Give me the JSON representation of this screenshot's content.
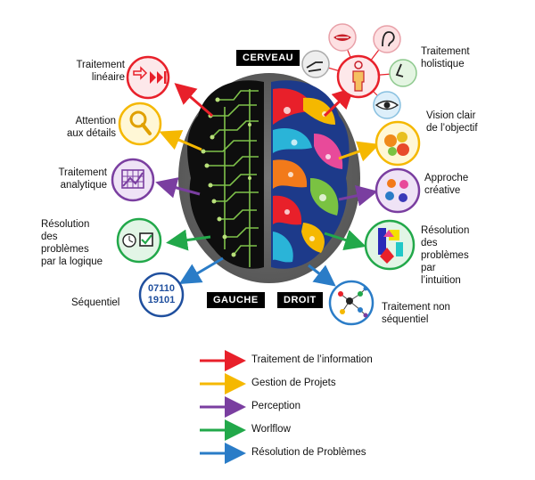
{
  "brain": {
    "title": "CERVEAU",
    "left_tag": "GAUCHE",
    "right_tag": "DROIT"
  },
  "left": {
    "lineaire": "Traitement\nlinéaire",
    "details": "Attention\naux détails",
    "analytique": "Traitement\nanalytique",
    "logique": "Résolution\ndes\nproblèmes\npar la logique",
    "sequentiel": "Séquentiel",
    "seq_numbers": "07110\n19101"
  },
  "right": {
    "holistique": "Traitement\nholistique",
    "vision": "Vision clair\nde l’objectif",
    "creative": "Approche\ncréative",
    "intuition": "Résolution\ndes\nproblèmes\npar\nl’intuition",
    "non_sequentiel": "Traitement non\nséquentiel"
  },
  "legend": [
    {
      "label": "Traitement de l’information",
      "color": "#e8202a"
    },
    {
      "label": "Gestion de Projets",
      "color": "#f5b800"
    },
    {
      "label": "Perception",
      "color": "#7a3ea0"
    },
    {
      "label": "Worlflow",
      "color": "#22a84a"
    },
    {
      "label": "Résolution de Problèmes",
      "color": "#2a7cc7"
    }
  ],
  "icons": {
    "lineaire": "play-forward-icon",
    "details": "magnifier-icon",
    "analytique": "grid-chart-icon",
    "logique": "clock-checkbox-icon",
    "sequentiel": "binary-digits-icon",
    "senses": [
      "mouth-icon",
      "ear-icon",
      "nose-icon",
      "hand-icon",
      "eye-icon",
      "person-icon"
    ],
    "vision": "fruit-icon",
    "creative": "palette-icon",
    "intuition": "colorful-shapes-icon",
    "non_sequentiel": "network-nodes-icon"
  }
}
